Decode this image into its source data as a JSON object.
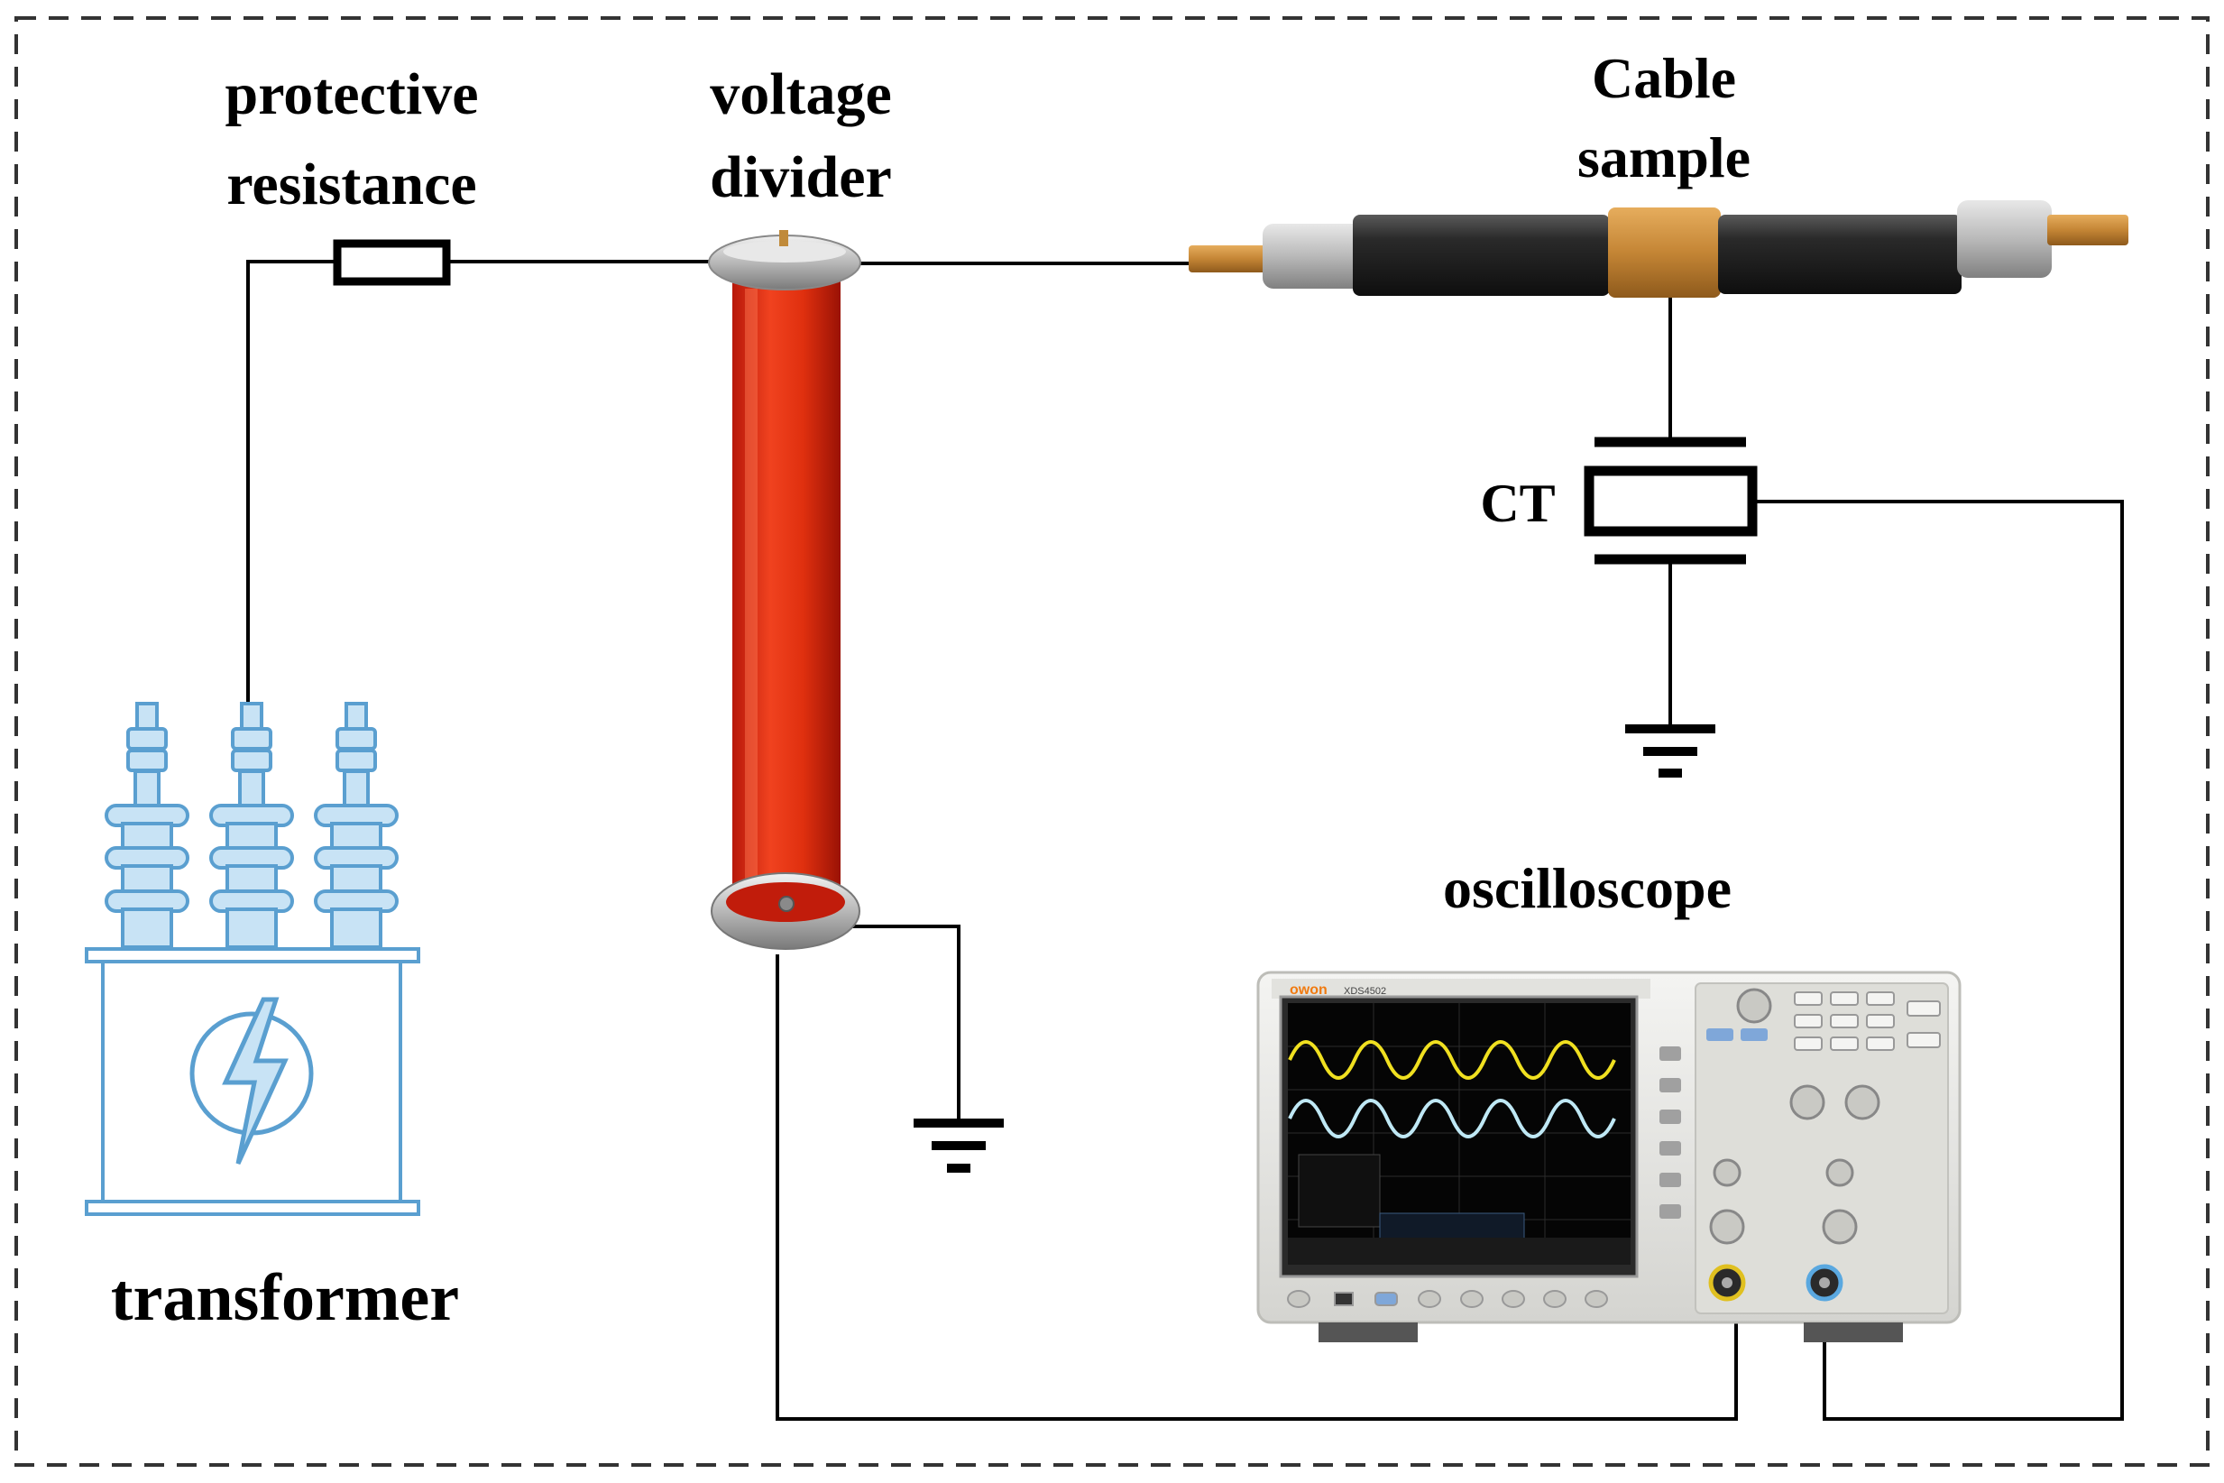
{
  "labels": {
    "protective_line1": "protective",
    "protective_line2": "resistance",
    "divider_line1": "voltage",
    "divider_line2": "divider",
    "cable_line1": "Cable",
    "cable_line2": "sample",
    "ct": "CT",
    "oscilloscope": "oscilloscope",
    "transformer": "transformer"
  },
  "oscilloscope_screen": {
    "brand": "owon",
    "model": "XDS4502"
  },
  "colors": {
    "wire": "#000000",
    "border_dash": "#333333",
    "divider_body": "#e02a0f",
    "cable_jacket": "#262626",
    "cable_conductor": "#c98a3c",
    "transformer_outline": "#5a9fd0",
    "transformer_fill": "#c8e3f5",
    "scope_body": "#ecece8",
    "trace_ch1": "#f0e020",
    "trace_ch2": "#bfe8f5"
  }
}
